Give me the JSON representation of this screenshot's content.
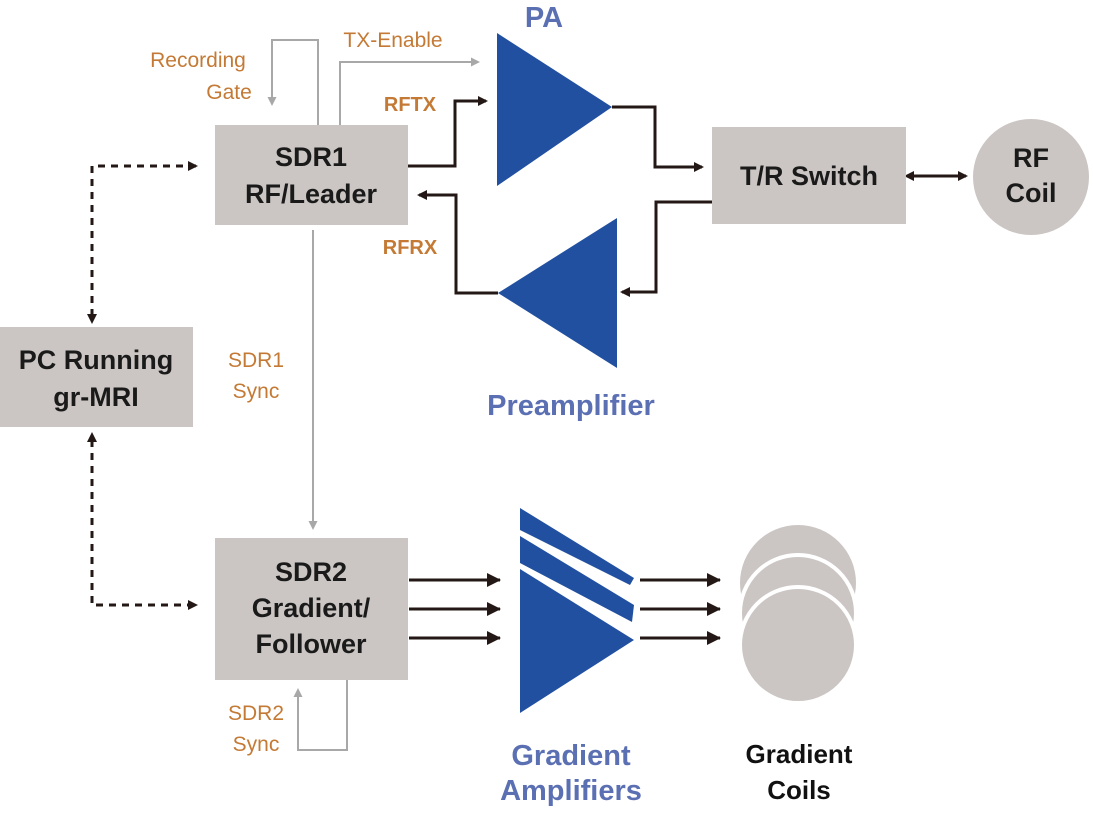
{
  "colors": {
    "box_fill": "#cbc6c3",
    "amplifier_fill": "#2150a0",
    "amplifier_label": "#5b6fb3",
    "signal_label": "#c47a35",
    "thin_arrow": "#a8a8a8",
    "thick_arrow": "#231815"
  },
  "blocks": {
    "sdr1": {
      "line1": "SDR1",
      "line2": "RF/Leader"
    },
    "sdr2": {
      "line1": "SDR2",
      "line2": "Gradient/",
      "line3": "Follower"
    },
    "pc": {
      "line1": "PC Running",
      "line2": "gr-MRI"
    },
    "tr_switch": {
      "label": "T/R Switch"
    },
    "rf_coil": {
      "line1": "RF",
      "line2": "Coil"
    }
  },
  "amplifiers": {
    "pa": "PA",
    "preamp": "Preamplifier",
    "gradient": {
      "line1": "Gradient",
      "line2": "Amplifiers"
    }
  },
  "gradient_coils": {
    "line1": "Gradient",
    "line2": "Coils"
  },
  "signals": {
    "recording_gate": {
      "line1": "Recording",
      "line2": "Gate"
    },
    "tx_enable": "TX-Enable",
    "rftx": "RFTX",
    "rfrx": "RFRX",
    "sdr1_sync": {
      "line1": "SDR1",
      "line2": "Sync"
    },
    "sdr2_sync": {
      "line1": "SDR2",
      "line2": "Sync"
    }
  }
}
